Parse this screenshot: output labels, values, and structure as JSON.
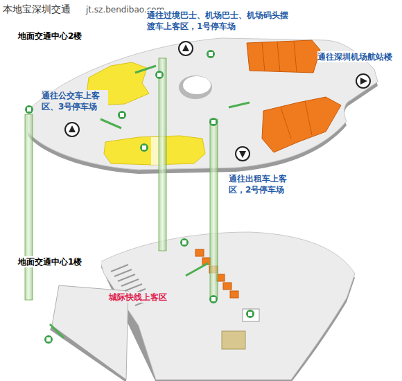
{
  "diagram": {
    "labels": [
      "本地宝深圳交通",
      "jt.sz.bendibao.com",
      "通往过境巴士、机场巴士、机场码头摆渡车上客区，1号停车场",
      "地面交通中心2楼",
      "通往深圳机场航站楼",
      "通往公交车上客区、3号停车场",
      "通往出租车上客区，2号停车场",
      "地面交通中心1楼",
      "城际快线上客区"
    ]
  }
}
